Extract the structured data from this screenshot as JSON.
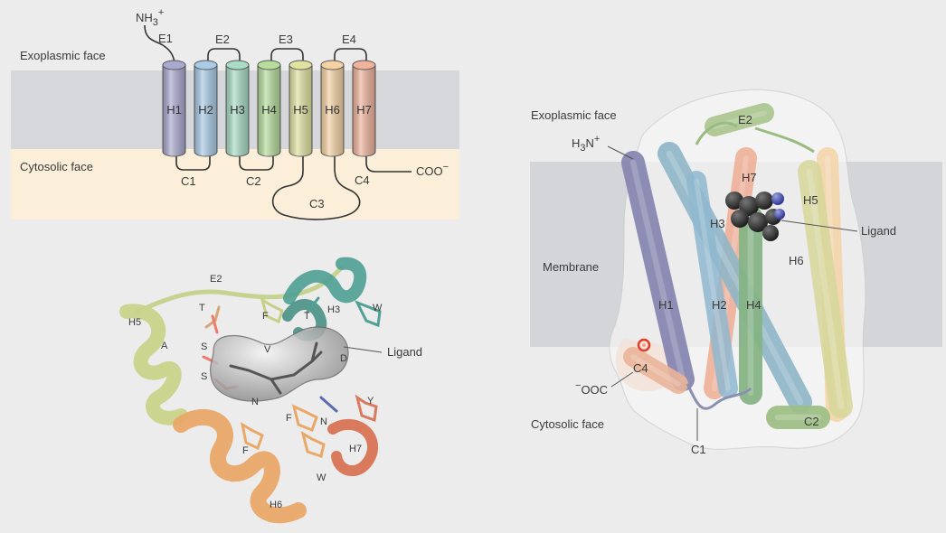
{
  "topology": {
    "exoplasmic_face": "Exoplasmic face",
    "cytosolic_face": "Cytosolic face",
    "n_terminus": "NH",
    "n_terminus_sub": "3",
    "n_terminus_sup": "+",
    "c_terminus": "COO",
    "c_terminus_sup": "−",
    "helices": [
      {
        "label": "H1",
        "color": "#a9a9cf"
      },
      {
        "label": "H2",
        "color": "#a9cbe6"
      },
      {
        "label": "H3",
        "color": "#a8dcc4"
      },
      {
        "label": "H4",
        "color": "#b6dd9c"
      },
      {
        "label": "H5",
        "color": "#e0e3a0"
      },
      {
        "label": "H6",
        "color": "#f4d2a3"
      },
      {
        "label": "H7",
        "color": "#efb39c"
      }
    ],
    "extracellular_loops": [
      "E1",
      "E2",
      "E3",
      "E4"
    ],
    "cytosolic_loops": [
      "C1",
      "C2",
      "C3",
      "C4"
    ]
  },
  "binding_site": {
    "residue_labels": [
      "E2",
      "T",
      "F",
      "T",
      "H3",
      "W",
      "H5",
      "A",
      "S",
      "V",
      "D",
      "S",
      "N",
      "F",
      "N",
      "Y",
      "F",
      "H7",
      "W",
      "H6"
    ],
    "ligand": "Ligand"
  },
  "structure_3d": {
    "exoplasmic_face": "Exoplasmic face",
    "membrane": "Membrane",
    "cytosolic_face": "Cytosolic face",
    "n_terminus_prefix": "H",
    "n_terminus_sub": "3",
    "n_terminus_suffix": "N",
    "n_terminus_sup": "+",
    "c_terminus_sup": "−",
    "c_terminus_suffix": "OOC",
    "ligand": "Ligand",
    "labels": [
      "E2",
      "H7",
      "H5",
      "H3",
      "H6",
      "H1",
      "H2",
      "H4",
      "C4",
      "C2",
      "C1"
    ]
  }
}
